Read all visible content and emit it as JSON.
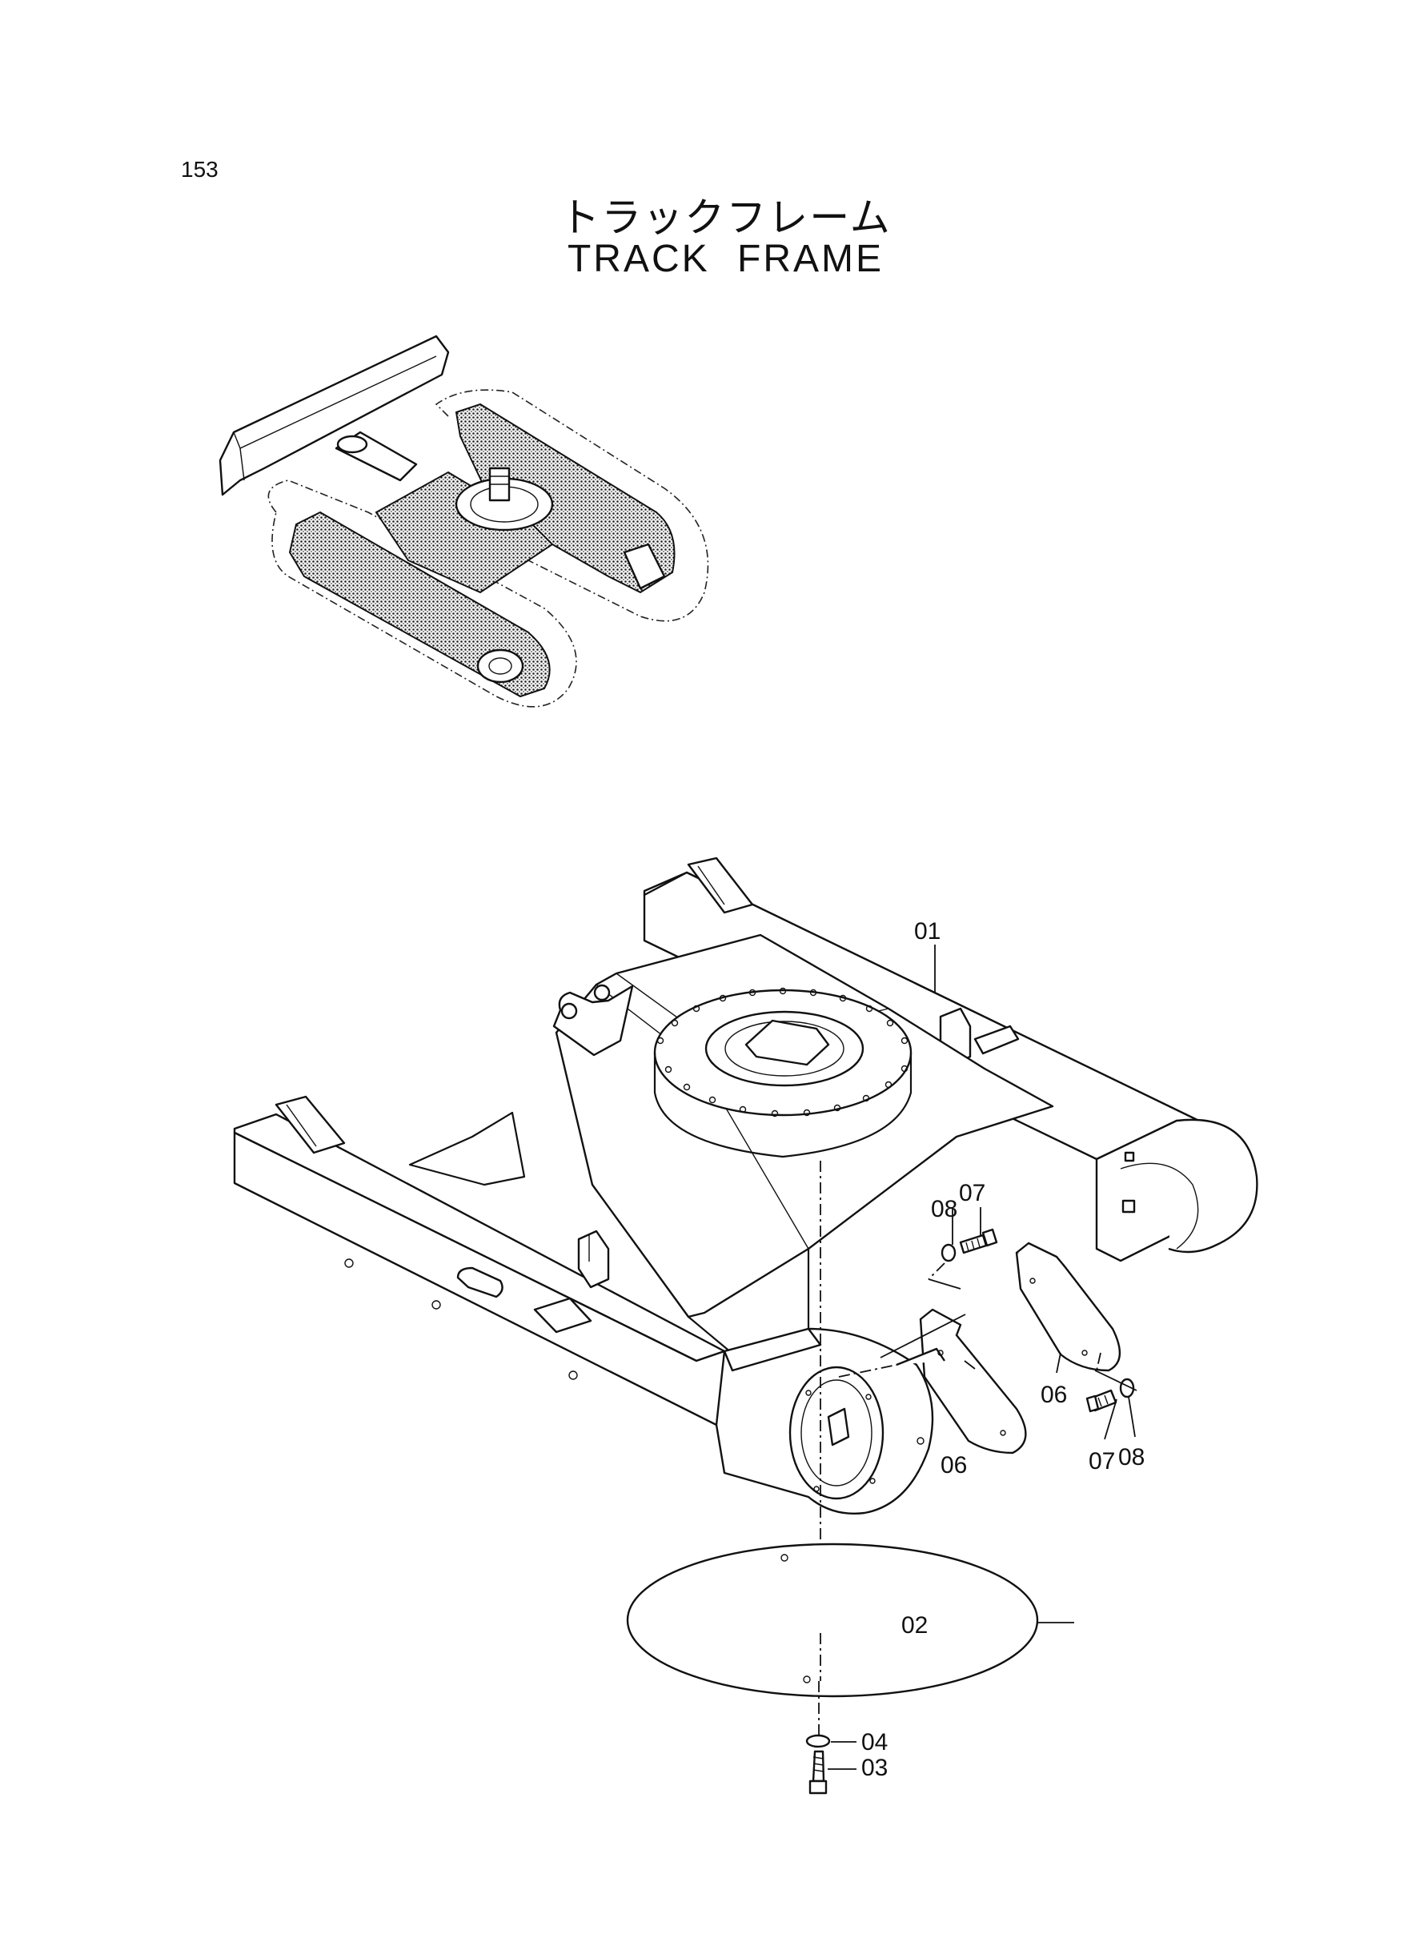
{
  "page": {
    "number": "153",
    "title_ja": "トラックフレーム",
    "title_en": "TRACK FRAME"
  },
  "callouts": {
    "c01": "01",
    "c02": "02",
    "c03": "03",
    "c04": "04",
    "c06a": "06",
    "c06b": "06",
    "c07a": "07",
    "c07b": "07",
    "c08a": "08",
    "c08b": "08"
  }
}
